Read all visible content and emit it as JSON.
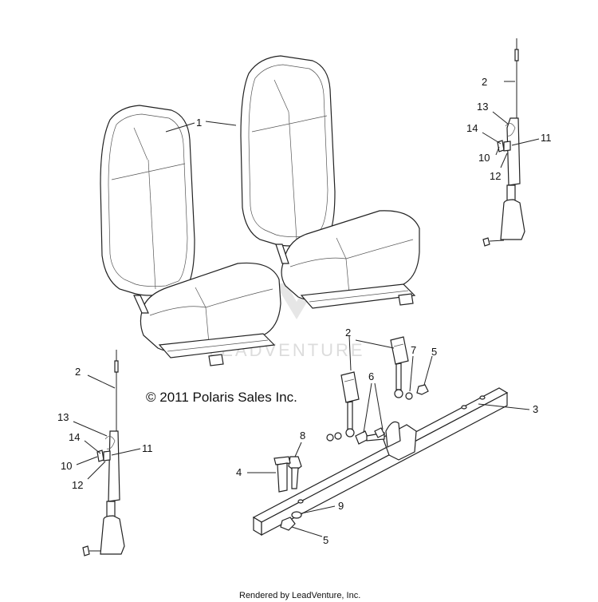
{
  "copyright": "© 2011 Polaris Sales Inc.",
  "footer": "Rendered by LeadVenture, Inc.",
  "watermark": "LEADVENTURE",
  "callouts": {
    "seat": "1",
    "belt_top": "2",
    "belt_left": "2",
    "buckles": "2",
    "bar": "3",
    "bolt": "4",
    "nut_top": "5",
    "nut_bottom": "5",
    "bolts_pair": "6",
    "washer": "7",
    "pin": "8",
    "washer_bottom": "9",
    "r10": "10",
    "r11": "11",
    "r12": "12",
    "r13": "13",
    "r14": "14",
    "l10": "10",
    "l11": "11",
    "l12": "12",
    "l13": "13",
    "l14": "14"
  }
}
